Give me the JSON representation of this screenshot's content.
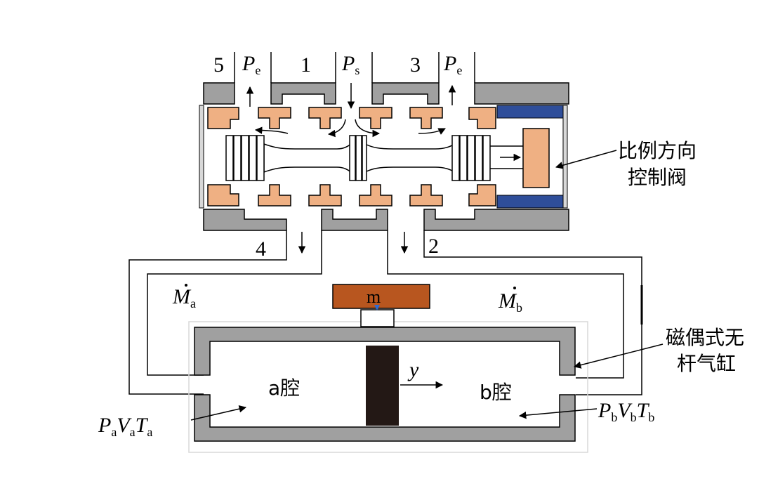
{
  "ports": {
    "p5": "5",
    "p1": "1",
    "p3": "3",
    "p4": "4",
    "p2": "2"
  },
  "pressures": {
    "exhaust_left": {
      "main": "P",
      "sub": "e"
    },
    "supply": {
      "main": "P",
      "sub": "s"
    },
    "exhaust_right": {
      "main": "P",
      "sub": "e"
    }
  },
  "flows": {
    "a": {
      "main": "M",
      "sub": "a"
    },
    "b": {
      "main": "M",
      "sub": "b"
    }
  },
  "labels": {
    "valve_line1": "比例方向",
    "valve_line2": "控制阀",
    "cylinder_line1": "磁偶式无",
    "cylinder_line2": "杆气缸",
    "chamber_a": "a腔",
    "chamber_b": "b腔",
    "mass": "m",
    "displacement": "y"
  },
  "states": {
    "a": [
      {
        "main": "P",
        "sub": "a"
      },
      {
        "main": "V",
        "sub": "a"
      },
      {
        "main": "T",
        "sub": "a"
      }
    ],
    "b": [
      {
        "main": "P",
        "sub": "b"
      },
      {
        "main": "V",
        "sub": "b"
      },
      {
        "main": "T",
        "sub": "b"
      }
    ]
  },
  "colors": {
    "gray": "#a0a0a0",
    "land": "#efb083",
    "blue": "#2f4e9a",
    "mass": "#b8561f",
    "piston": "#231815"
  }
}
